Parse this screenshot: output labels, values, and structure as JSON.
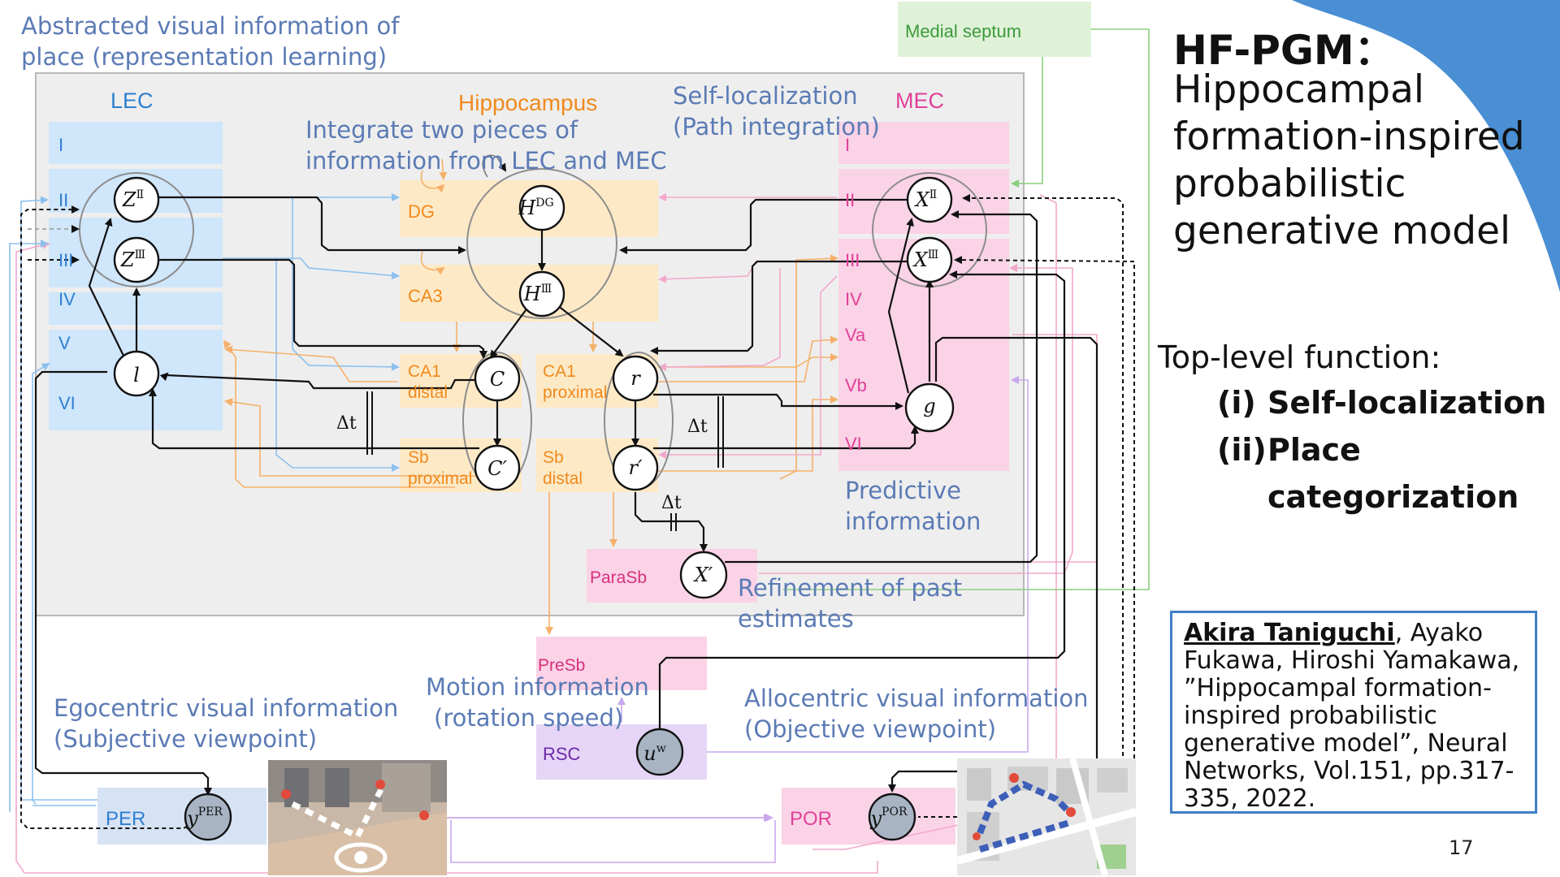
{
  "slide": {
    "title": "HF-PGM：",
    "subtitle_lines": [
      "Hippocampal",
      "formation-inspired",
      "probabilistic",
      "generative model"
    ],
    "function_heading": "Top-level function:",
    "functions": [
      {
        "marker": "(i)",
        "label": "Self-localization"
      },
      {
        "marker": "(ii)",
        "label": "Place",
        "label2": "categorization"
      }
    ],
    "reference": {
      "first_author": "Akira Taniguchi",
      "rest": ", Ayako Fukawa, Hiroshi Yamakawa, ”Hippocampal formation-inspired probabilistic generative model”, Neural Networks, Vol.151, pp.317-335, 2022."
    },
    "page_number": "17"
  },
  "diagram": {
    "annotations": {
      "abstracted_1": "Abstracted visual information of",
      "abstracted_2": "place (representation learning)",
      "integrate_1": "Integrate two pieces of",
      "integrate_2": "information from LEC and MEC",
      "selfloc_1": "Self-localization",
      "selfloc_2": "(Path integration)",
      "predictive_1": "Predictive",
      "predictive_2": "information",
      "refinement_1": "Refinement of past",
      "refinement_2": "estimates",
      "motion_1": "Motion information",
      "motion_2": "(rotation speed)",
      "ego_1": "Egocentric visual information",
      "ego_2": "(Subjective viewpoint)",
      "allo_1": "Allocentric visual information",
      "allo_2": "(Objective viewpoint)"
    },
    "regions": {
      "lec": "LEC",
      "hippocampus": "Hippocampus",
      "mec": "MEC",
      "medial_septum": "Medial septum",
      "dg": "DG",
      "ca3": "CA3",
      "ca1_distal_1": "CA1",
      "ca1_distal_2": "distal",
      "ca1_proximal_1": "CA1",
      "ca1_proximal_2": "proximal",
      "sb_proximal_1": "Sb",
      "sb_proximal_2": "proximal",
      "sb_distal_1": "Sb",
      "sb_distal_2": "distal",
      "parasb": "ParaSb",
      "presb": "PreSb",
      "rsc": "RSC",
      "per": "PER",
      "por": "POR"
    },
    "lec_layers": [
      "I",
      "II",
      "III",
      "IV",
      "V",
      "VI"
    ],
    "mec_layers": [
      "I",
      "II",
      "III",
      "IV",
      "Va",
      "Vb",
      "VI"
    ],
    "nodes": {
      "z2": {
        "base": "Z",
        "sup": "Ⅱ"
      },
      "z3": {
        "base": "Z",
        "sup": "Ⅲ"
      },
      "l": {
        "base": "l"
      },
      "hdg": {
        "base": "H",
        "sup": "DG"
      },
      "h3": {
        "base": "H",
        "sup": "Ⅲ"
      },
      "c": {
        "base": "C"
      },
      "c_prime": {
        "base": "C′"
      },
      "r": {
        "base": "r"
      },
      "r_prime": {
        "base": "r′"
      },
      "x2": {
        "base": "X",
        "sup": "Ⅱ"
      },
      "x3": {
        "base": "X",
        "sup": "Ⅲ"
      },
      "g": {
        "base": "g"
      },
      "x_prime": {
        "base": "X′"
      },
      "uw": {
        "base": "u",
        "sup": "w"
      },
      "yper": {
        "base": "y",
        "sup": "PER"
      },
      "ypor": {
        "base": "y",
        "sup": "POR"
      }
    },
    "delta_t": "Δt"
  },
  "colors": {
    "lec_blue": "#cfe6fb",
    "mec_pink": "#fbd3e6",
    "hippo_yellow": "#fde9c6",
    "orange_text": "#f08a1c",
    "annotation_text": "#5b7bb5",
    "blue_text": "#2f7fd0",
    "pink_text": "#e0409a",
    "gray_panel": "#eeeeee",
    "septum_green": "#dff2d8",
    "septum_text": "#3c9a3c",
    "rsc_purple": "#e6d5f7",
    "corner_blue": "#4a8fd4"
  }
}
